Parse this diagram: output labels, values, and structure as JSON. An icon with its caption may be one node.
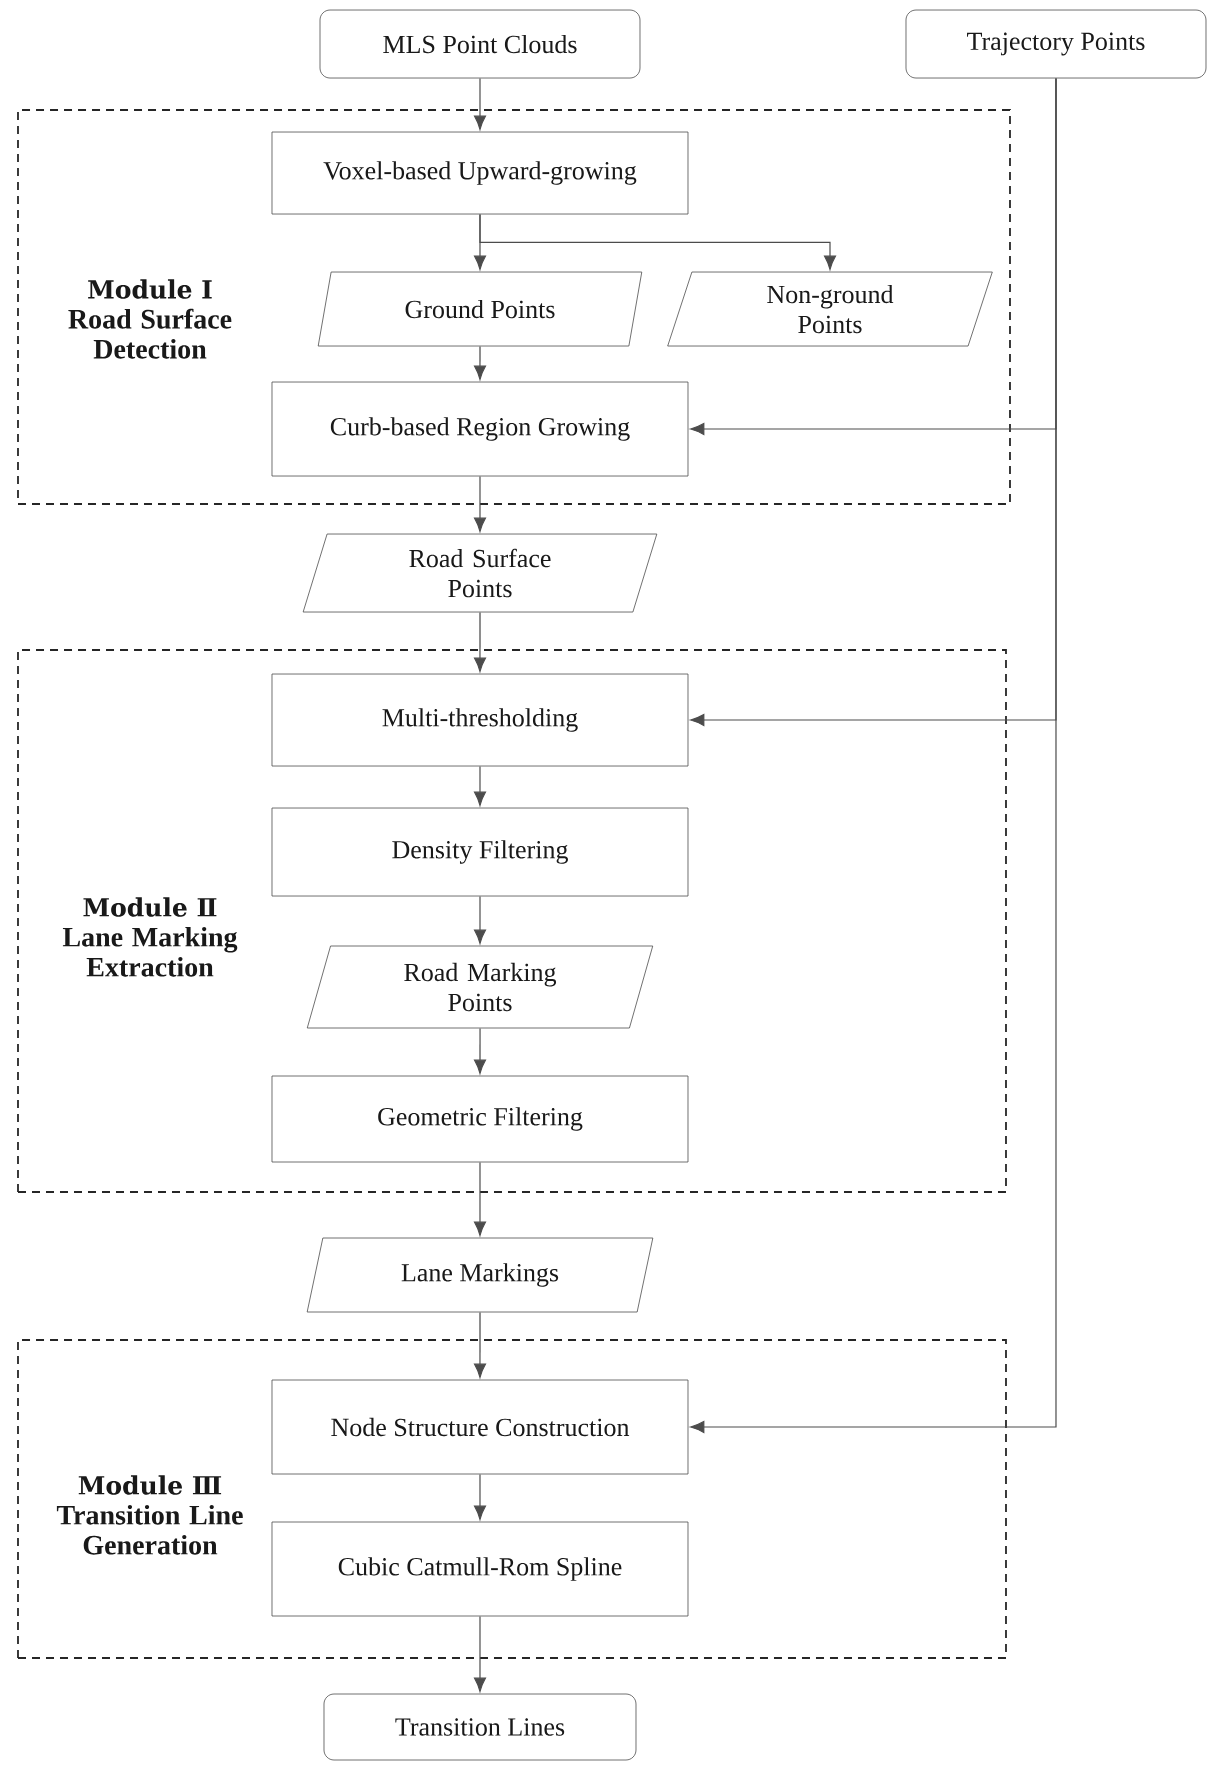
{
  "diagram": {
    "nodes": [
      {
        "text": [
          "MLS Point Clouds"
        ]
      },
      {
        "text": [
          "Trajectory Points"
        ]
      },
      {
        "text": [
          "Module Ⅰ",
          "Road Surface Detection"
        ]
      },
      {
        "text": [
          "Voxel-based Upward-growing"
        ],
        "in": 2
      },
      {
        "text": [
          "Ground Points"
        ],
        "in": 2
      },
      {
        "text": [
          "Non-ground Points"
        ],
        "in": 2
      },
      {
        "text": [
          "Curb-based Region Growing"
        ],
        "in": 2
      },
      {
        "text": [
          "Road Surface Points"
        ]
      },
      {
        "text": [
          "Module Ⅱ",
          "Lane Marking Extraction"
        ]
      },
      {
        "text": [
          "Multi-thresholding"
        ],
        "in": 8
      },
      {
        "text": [
          "Density Filtering"
        ],
        "in": 8
      },
      {
        "text": [
          "Road Marking Points"
        ],
        "in": 8
      },
      {
        "text": [
          "Geometric Filtering"
        ],
        "in": 8
      },
      {
        "text": [
          "Lane Markings"
        ]
      },
      {
        "text": [
          "Module Ⅲ",
          "Transition Line Generation"
        ]
      },
      {
        "text": [
          "Node Structure Construction"
        ],
        "in": 14
      },
      {
        "text": [
          "Cubic Catmull-Rom Spline"
        ],
        "in": 14
      },
      {
        "text": [
          "Transition Lines"
        ]
      }
    ],
    "edges": [
      {
        "from": 0,
        "to": 3,
        "arrow": "to"
      },
      {
        "from": 3,
        "to": 4,
        "arrow": "to"
      },
      {
        "from": 3,
        "to": 5,
        "arrow": "to"
      },
      {
        "from": 4,
        "to": 6,
        "arrow": "to"
      },
      {
        "from": 1,
        "to": 6,
        "arrow": "to"
      },
      {
        "from": 6,
        "to": 7,
        "arrow": "to"
      },
      {
        "from": 7,
        "to": 9,
        "arrow": "to"
      },
      {
        "from": 1,
        "to": 9,
        "arrow": "to"
      },
      {
        "from": 9,
        "to": 10,
        "arrow": "to"
      },
      {
        "from": 10,
        "to": 11,
        "arrow": "to"
      },
      {
        "from": 11,
        "to": 12,
        "arrow": "to"
      },
      {
        "from": 12,
        "to": 13,
        "arrow": "to"
      },
      {
        "from": 13,
        "to": 15,
        "arrow": "to"
      },
      {
        "from": 1,
        "to": 15,
        "arrow": "to"
      },
      {
        "from": 15,
        "to": 16,
        "arrow": "to"
      },
      {
        "from": 16,
        "to": 17,
        "arrow": "to"
      }
    ]
  }
}
